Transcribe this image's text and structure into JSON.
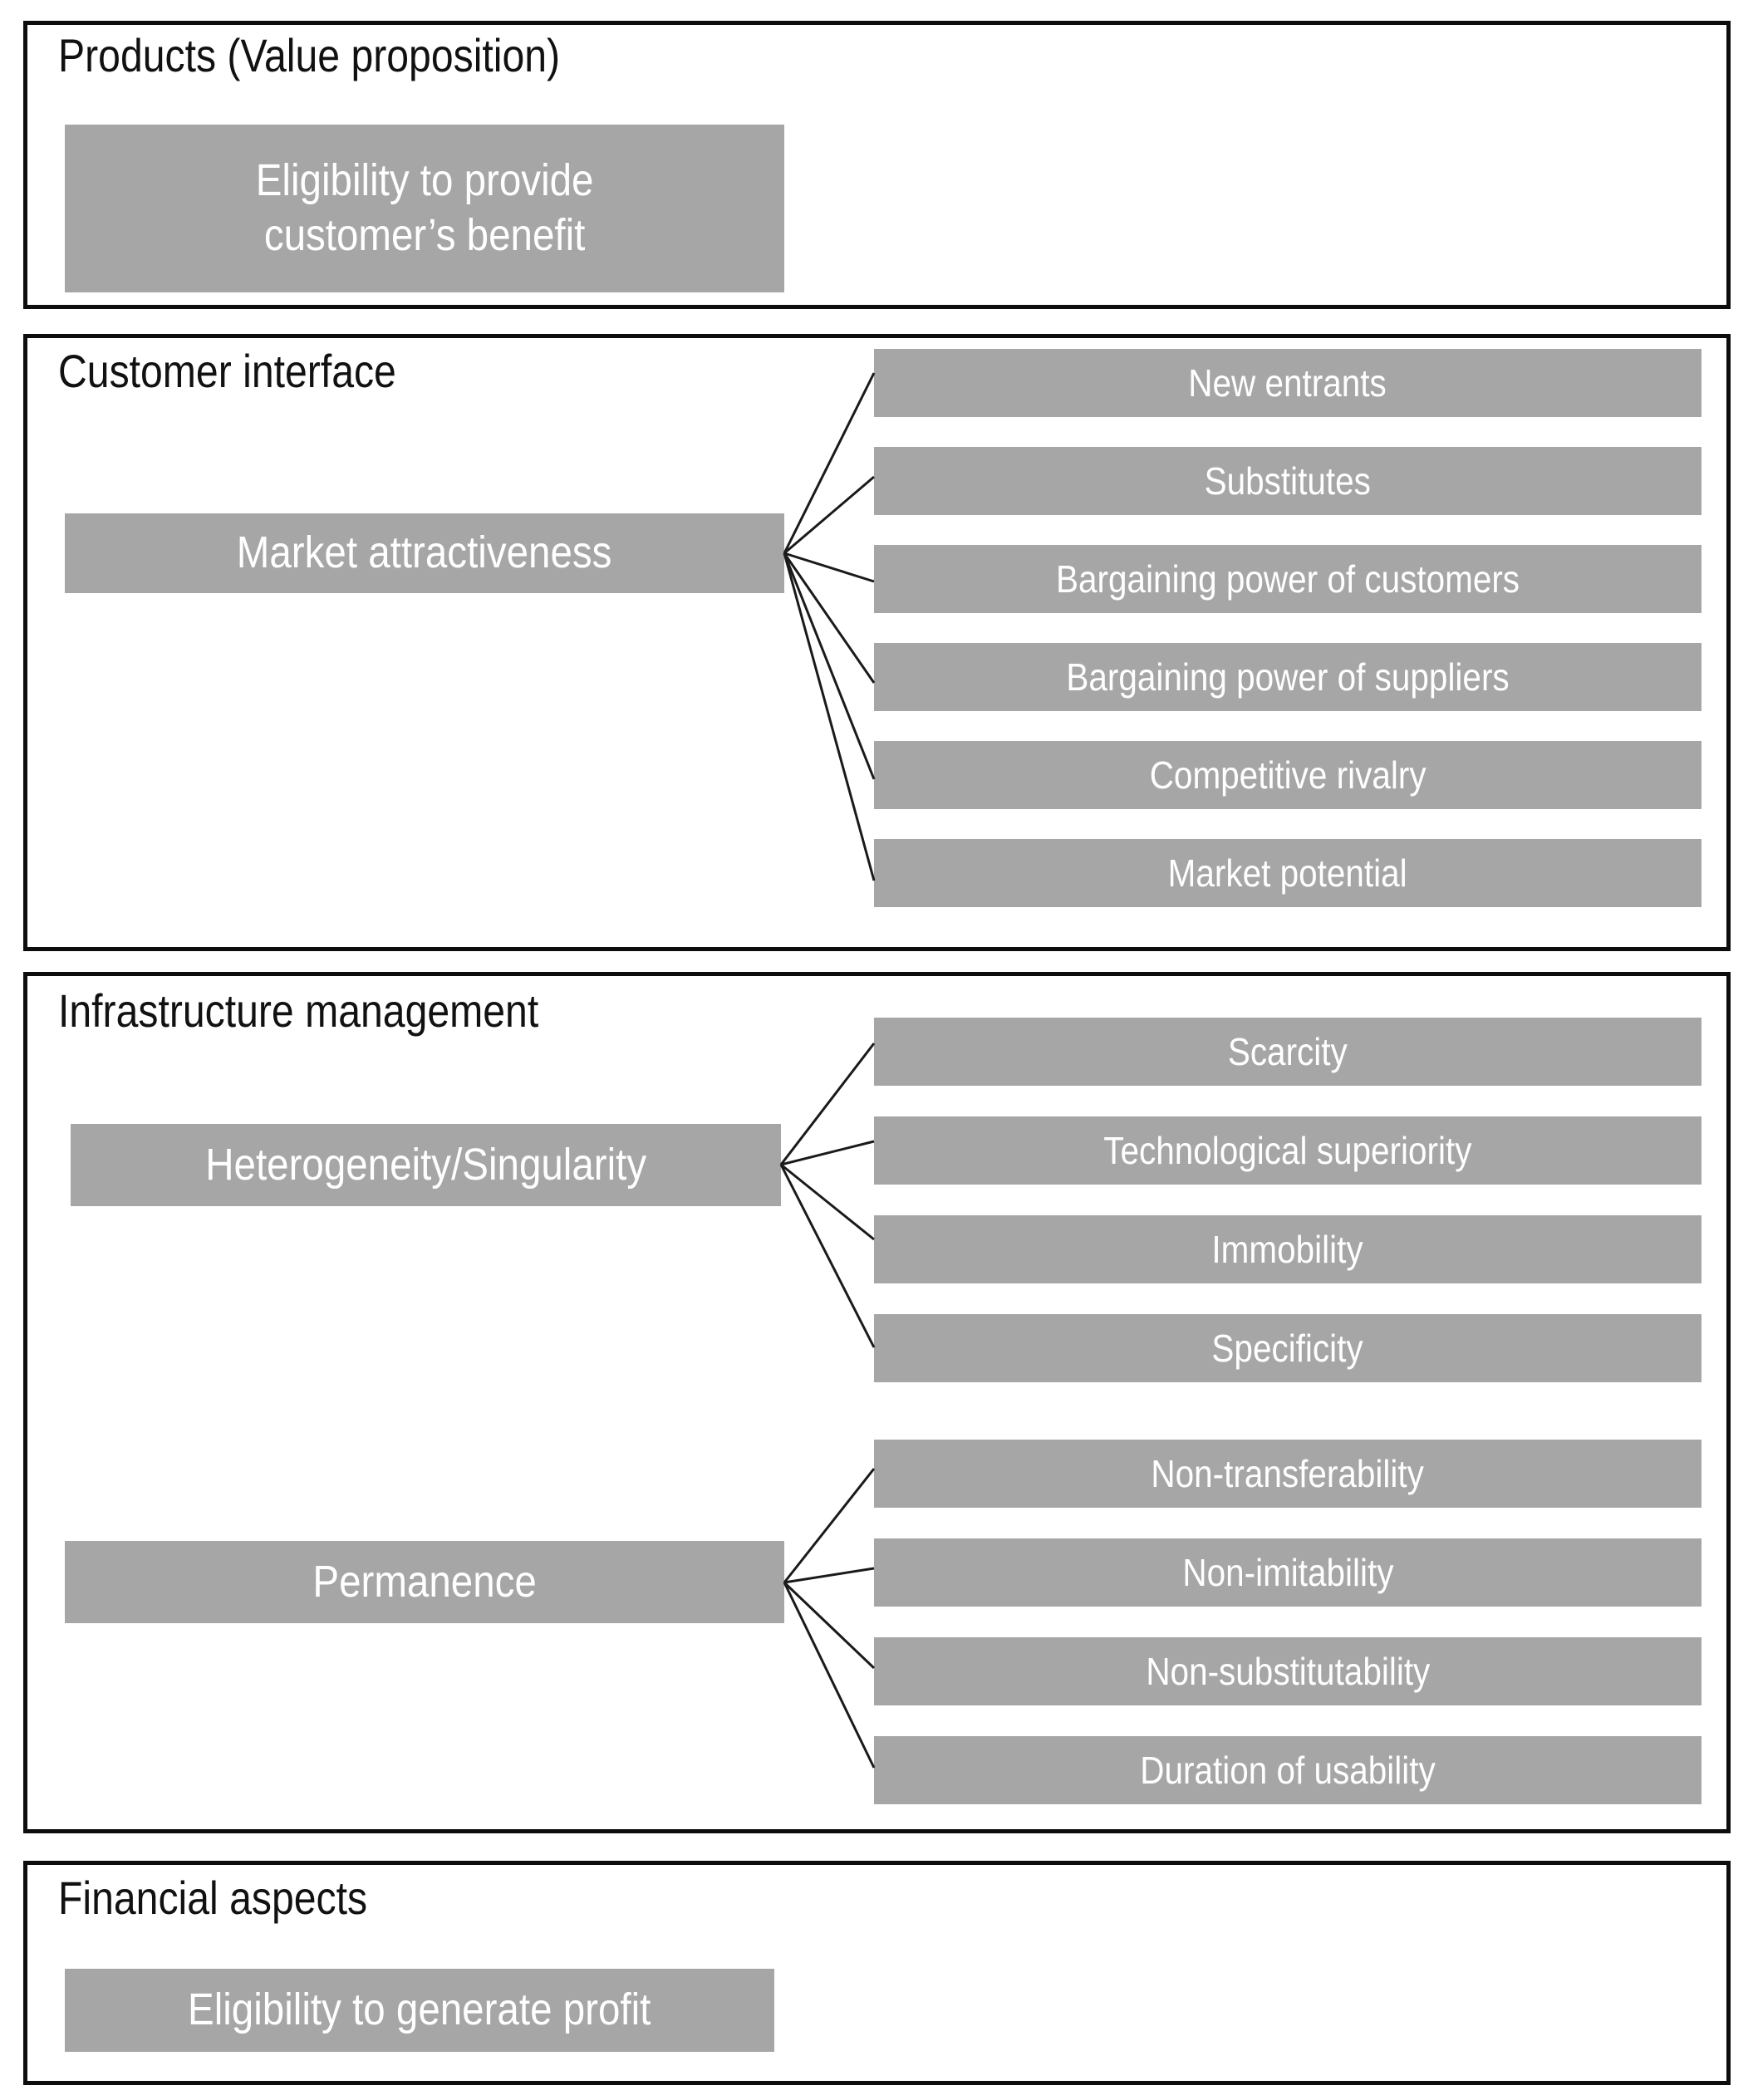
{
  "colors": {
    "box_fill": "#a6a6a6",
    "box_text": "#ffffff",
    "frame": "#0d0d0d",
    "title_text": "#111111",
    "connector": "#1a1a1a",
    "background": "#ffffff"
  },
  "sections": [
    {
      "id": "products",
      "title": "Products (Value proposition)",
      "main_box": "Eligibility to provide\ncustomer’s benefit",
      "branches": []
    },
    {
      "id": "customer-interface",
      "title": "Customer interface",
      "main_box": "Market attractiveness",
      "branches": [
        "New entrants",
        "Substitutes",
        "Bargaining power of customers",
        "Bargaining power of suppliers",
        "Competitive rivalry",
        "Market potential"
      ]
    },
    {
      "id": "infrastructure-management",
      "title": "Infrastructure management",
      "groups": [
        {
          "main_box": "Heterogeneity/Singularity",
          "branches": [
            "Scarcity",
            "Technological superiority",
            "Immobility",
            "Specificity"
          ]
        },
        {
          "main_box": "Permanence",
          "branches": [
            "Non-transferability",
            "Non-imitability",
            "Non-substitutability",
            "Duration of usability"
          ]
        }
      ]
    },
    {
      "id": "financial-aspects",
      "title": "Financial aspects",
      "main_box": "Eligibility to generate profit",
      "branches": []
    }
  ]
}
